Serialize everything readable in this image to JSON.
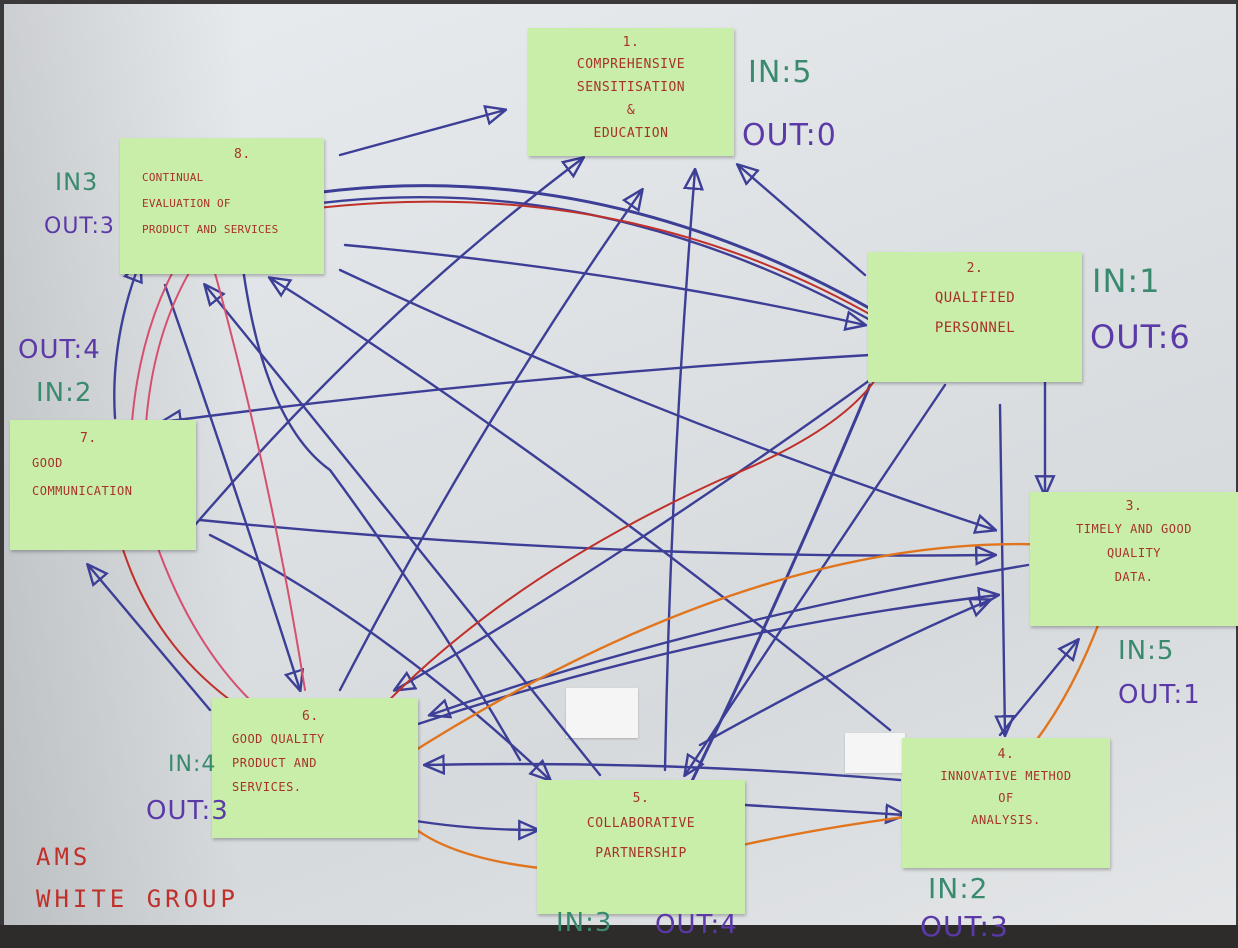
{
  "nodes": [
    {
      "id": "n1",
      "number": "1.",
      "text": "COMPREHENSIVE\nSENSITISATION\n&\nEDUCATION",
      "in_label": "IN:5",
      "out_label": "OUT:0"
    },
    {
      "id": "n2",
      "number": "2.",
      "text": "QUALIFIED\nPERSONNEL",
      "in_label": "IN:1",
      "out_label": "OUT:6"
    },
    {
      "id": "n3",
      "number": "3.",
      "text": "TIMELY AND GOOD\nQUALITY\nDATA.",
      "in_label": "IN:5",
      "out_label": "OUT:1"
    },
    {
      "id": "n4",
      "number": "4.",
      "text": "INNOVATIVE METHOD\nOF\nANALYSIS.",
      "in_label": "IN:2",
      "out_label": "OUT:3"
    },
    {
      "id": "n5",
      "number": "5.",
      "text": "COLLABORATIVE\nPARTNERSHIP",
      "in_label": "IN:3",
      "out_label": "OUT:4"
    },
    {
      "id": "n6",
      "number": "6.",
      "text": "GOOD QUALITY\nPRODUCT AND\nSERVICES.",
      "in_label": "IN:4",
      "out_label": "OUT:3"
    },
    {
      "id": "n7",
      "number": "7.",
      "text": "GOOD\nCOMMUNICATION",
      "in_label": "IN:2",
      "out_label": "OUT:4"
    },
    {
      "id": "n8",
      "number": "8.",
      "text": "CONTINUAL\nEVALUATION OF\nPRODUCT AND SERVICES",
      "in_label": "IN3",
      "out_label": "OUT:3"
    }
  ],
  "group_label": {
    "line1": "AMS",
    "line2": "WHITE GROUP"
  },
  "colors": {
    "note": "#c9eea9",
    "ink_blue": "#3d3f96",
    "ink_red": "#c0302a",
    "ink_orange": "#e0751e",
    "ink_pink": "#d6506e",
    "in_text": "#3a8a6e",
    "out_text": "#5b3aa8"
  }
}
